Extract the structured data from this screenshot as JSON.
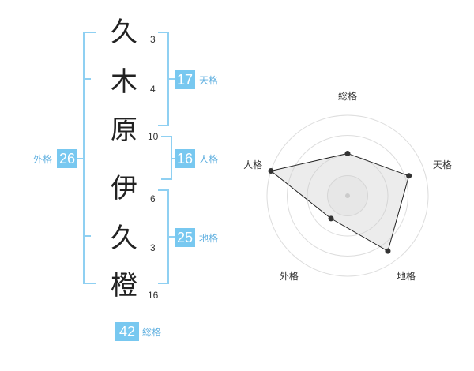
{
  "name": {
    "surname": [
      {
        "char": "久",
        "strokes": "3"
      },
      {
        "char": "木",
        "strokes": "4"
      },
      {
        "char": "原",
        "strokes": "10"
      }
    ],
    "given": [
      {
        "char": "伊",
        "strokes": "6"
      },
      {
        "char": "久",
        "strokes": "3"
      },
      {
        "char": "橙",
        "strokes": "16"
      }
    ]
  },
  "grades": {
    "tenkaku": {
      "value": "17",
      "label": "天格"
    },
    "jinkaku": {
      "value": "16",
      "label": "人格"
    },
    "chikaku": {
      "value": "25",
      "label": "地格"
    },
    "gaikaku": {
      "value": "26",
      "label": "外格"
    },
    "soukaku": {
      "value": "42",
      "label": "総格"
    }
  },
  "colors": {
    "accent": "#78c8f0",
    "bracket": "#8fd0f2",
    "label": "#60b0e0"
  },
  "chart_data": {
    "type": "radar",
    "axes": [
      "総格",
      "天格",
      "地格",
      "外格",
      "人格"
    ],
    "levels": 4,
    "max": 4,
    "values": [
      2.1,
      3.2,
      3.4,
      1.4,
      4.0
    ]
  }
}
